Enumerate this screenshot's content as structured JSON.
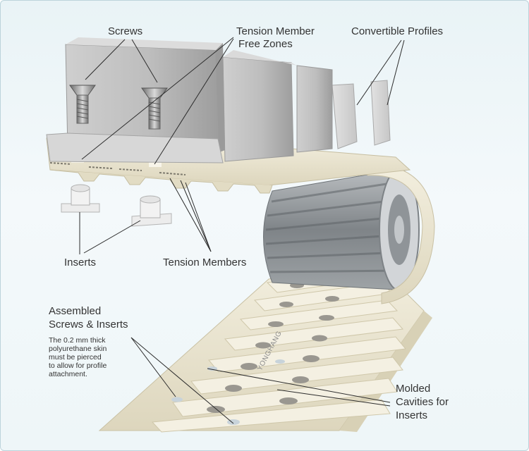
{
  "labels": {
    "screws": "Screws",
    "tension_member_free_zones_line1": "Tension Member",
    "tension_member_free_zones_line2": "Free Zones",
    "convertible_profiles": "Convertible Profiles",
    "inserts": "Inserts",
    "tension_members": "Tension Members",
    "assembled_line1": "Assembled",
    "assembled_line2": "Screws & Inserts",
    "note_line1": "The 0.2 mm thick",
    "note_line2": "polyurethane skin",
    "note_line3": "must be pierced",
    "note_line4": "to allow for profile",
    "note_line5": "attachment.",
    "molded_line1": "Molded",
    "molded_line2": "Cavities for",
    "molded_line3": "Inserts"
  },
  "watermark": "YONGHANG",
  "colors": {
    "background": "#eaf4f7",
    "belt": "#ebe6d2",
    "profile": "#bdbdbd",
    "pulley": "#8e9397",
    "text": "#333333"
  }
}
